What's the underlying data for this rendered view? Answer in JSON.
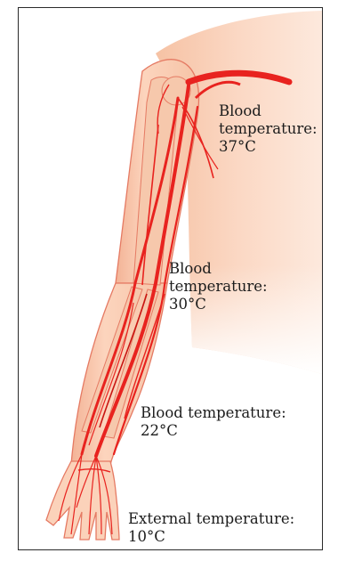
{
  "labels": {
    "shoulder": {
      "line1": "Blood",
      "line2": "temperature:",
      "line3": "37°C"
    },
    "elbow": {
      "line1": "Blood",
      "line2": "temperature:",
      "line3": "30°C"
    },
    "forearm": {
      "line1": "Blood temperature:",
      "line2": "22°C"
    },
    "hand": {
      "line1": "External temperature:",
      "line2": "10°C"
    }
  },
  "colors": {
    "skin": "#fbd2ba",
    "skin_dark": "#f4b89b",
    "bone": "#f6c8ac",
    "vessel": "#e8231f",
    "vessel_dark": "#c81612",
    "outline": "#e36b57",
    "frame": "#2a2a2a"
  }
}
